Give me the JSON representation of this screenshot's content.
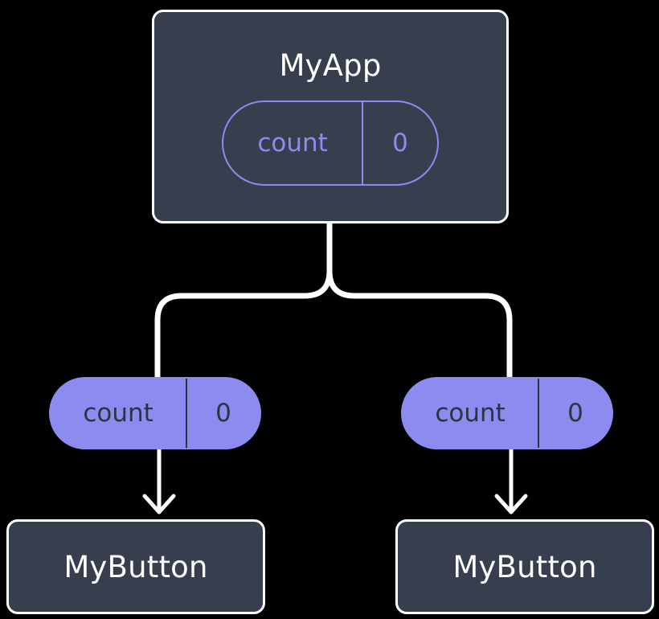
{
  "diagram": {
    "type": "component-tree",
    "background_color": "#000000",
    "colors": {
      "node_fill": "#373e4e",
      "node_border": "#ffffff",
      "node_text": "#ffffff",
      "state_accent": "#8b8bf0",
      "state_text_on_fill": "#2f3340",
      "connector": "#ffffff"
    },
    "root": {
      "title": "MyApp",
      "state": {
        "name": "count",
        "value": "0",
        "style": "outlined"
      }
    },
    "branches": [
      {
        "prop": {
          "name": "count",
          "value": "0",
          "style": "filled"
        },
        "child": {
          "title": "MyButton"
        }
      },
      {
        "prop": {
          "name": "count",
          "value": "0",
          "style": "filled"
        },
        "child": {
          "title": "MyButton"
        }
      }
    ]
  }
}
